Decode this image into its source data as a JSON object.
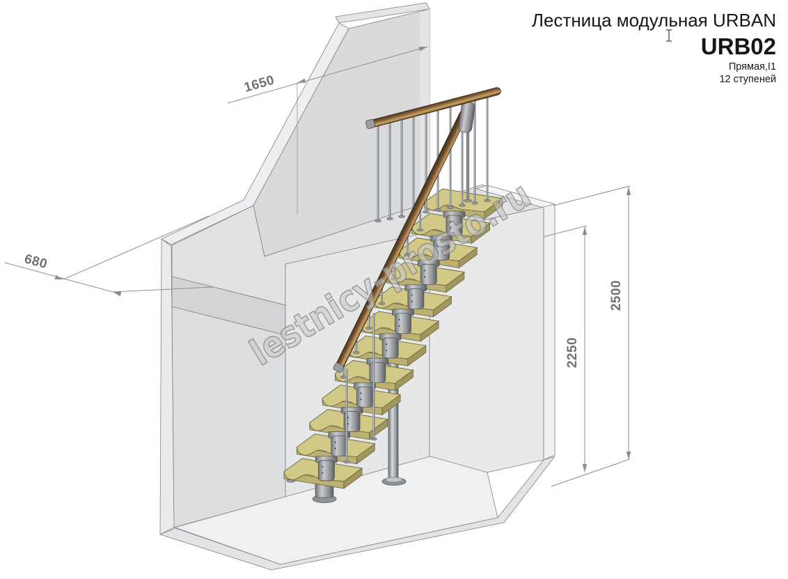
{
  "header": {
    "title": "Лестница модульная URBAN",
    "model": "URB02",
    "subtitle1": "Прямая,I1",
    "subtitle2": "12 ступеней"
  },
  "dimensions": {
    "wall_top_width": "1650",
    "landing_depth": "680",
    "total_height": "2500",
    "flight_height": "2250"
  },
  "watermark": {
    "text": "lestnicy-prosto.ru"
  },
  "stairs": {
    "steps_count": 12
  },
  "colors": {
    "tread_top": "#d2c987",
    "tread_front": "#bcb171",
    "tread_side": "#a1975c",
    "metal": "#9fa2a5",
    "wood_rail": "#8a5a2a",
    "wall": "#d8dadc",
    "dimension": "#8b8d8f"
  }
}
